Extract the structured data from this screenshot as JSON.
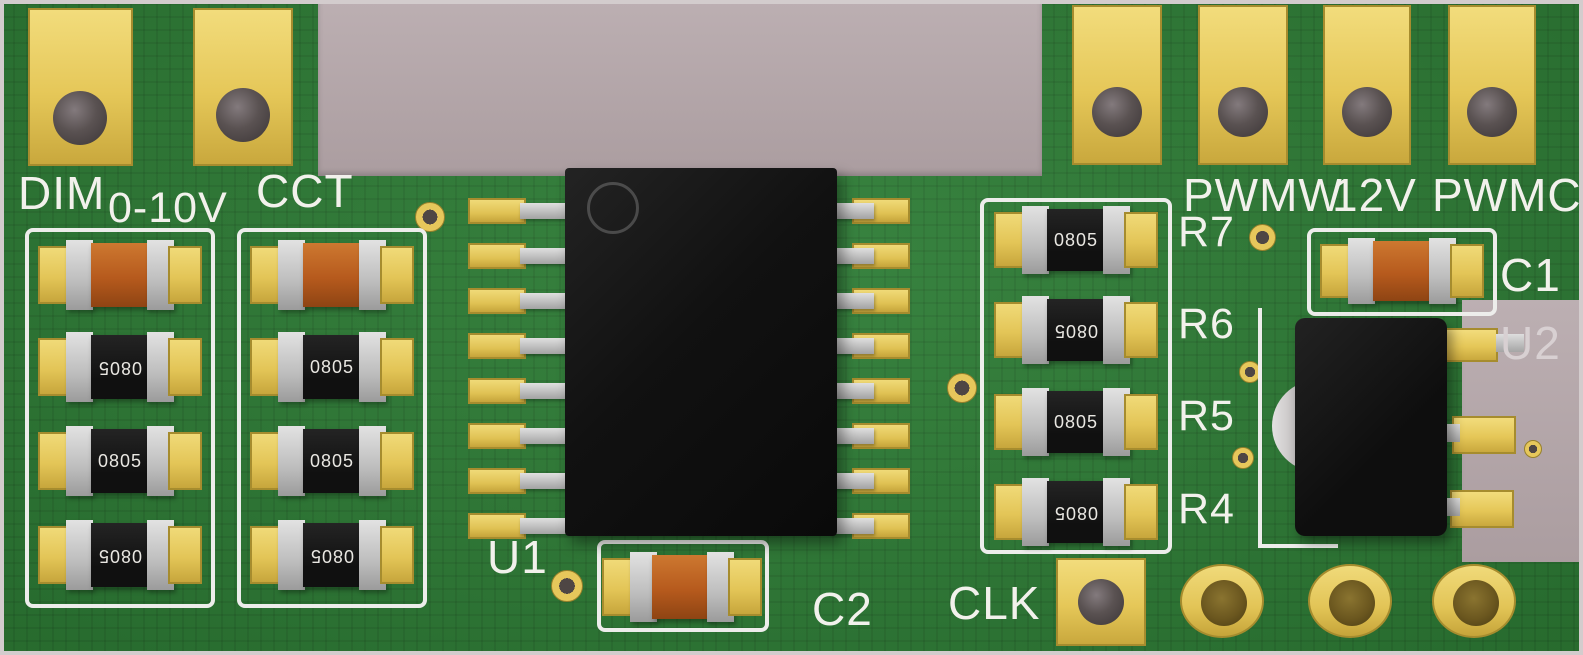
{
  "labels": {
    "dim": "DIM",
    "range": "0-10V",
    "cct": "CCT",
    "pwmw": "PWMW",
    "twelve_v": "12V",
    "pwmc": "PWMC",
    "r7": "R7",
    "r6": "R6",
    "r5": "R5",
    "r4": "R4",
    "c1": "C1",
    "c2": "C2",
    "u1": "U1",
    "u2": "U2",
    "clk": "CLK"
  },
  "marking": "0805",
  "colors": {
    "board_green": "#2e7d36",
    "pad_yellow": "#e6c75b",
    "silkscreen_white": "#f2f1ec",
    "background_mauve": "#b3a6a8",
    "capacitor_orange": "#b65a1d",
    "ic_black": "#141414",
    "terminal_gray": "#bdbdbd"
  }
}
